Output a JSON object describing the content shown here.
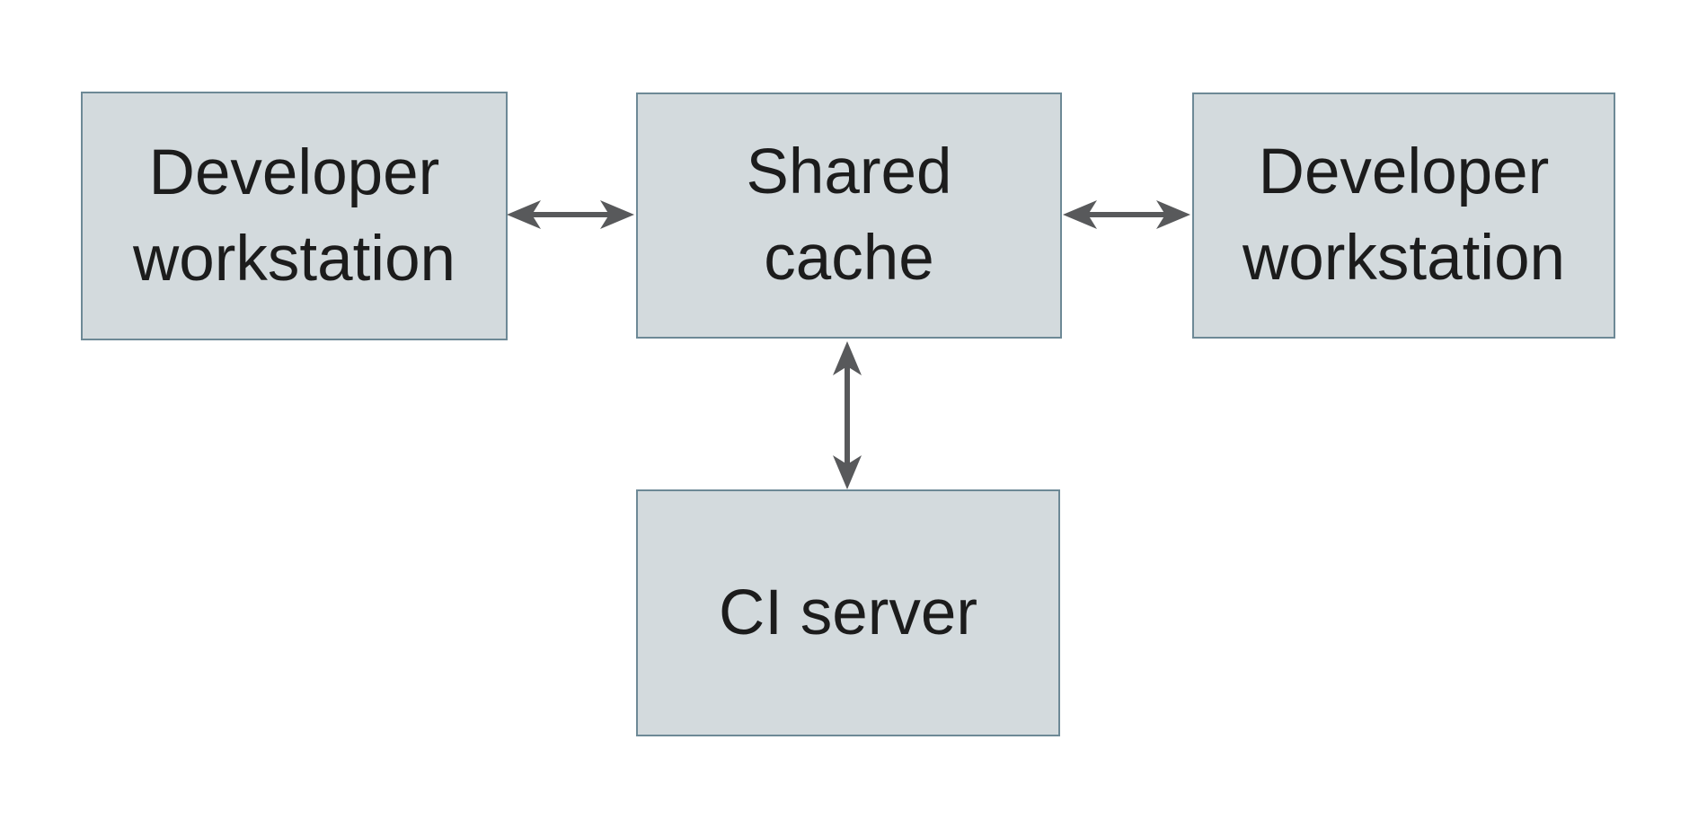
{
  "colors": {
    "background": "#ffffff",
    "node_fill": "#d3dadd",
    "node_border": "#6d8996",
    "arrow": "#58595b",
    "text": "#1c1c1c"
  },
  "nodes": {
    "dev_left": {
      "label": "Developer workstation",
      "lines": [
        "Developer",
        "workstation"
      ]
    },
    "shared_cache": {
      "label": "Shared cache",
      "lines": [
        "Shared",
        "cache"
      ]
    },
    "dev_right": {
      "label": "Developer workstation",
      "lines": [
        "Developer",
        "workstation"
      ]
    },
    "ci_server": {
      "label": "CI server",
      "lines": [
        "CI server"
      ]
    }
  },
  "edges": [
    {
      "from": "dev_left",
      "to": "shared_cache",
      "type": "bidirectional",
      "orientation": "horizontal"
    },
    {
      "from": "shared_cache",
      "to": "dev_right",
      "type": "bidirectional",
      "orientation": "horizontal"
    },
    {
      "from": "shared_cache",
      "to": "ci_server",
      "type": "bidirectional",
      "orientation": "vertical"
    }
  ]
}
